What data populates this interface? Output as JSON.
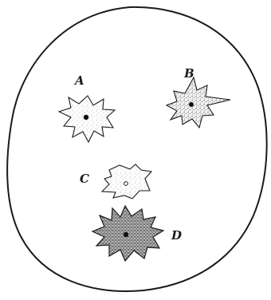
{
  "figure": {
    "labels": {
      "a": "A",
      "b": "B",
      "c": "C",
      "d": "D"
    },
    "colors": {
      "ink": "#1a1a1a",
      "background": "#ffffff",
      "stipple_light": "#bcbcbc",
      "stipple_dark": "#4a4a4a",
      "nucleus": "#111111"
    }
  }
}
